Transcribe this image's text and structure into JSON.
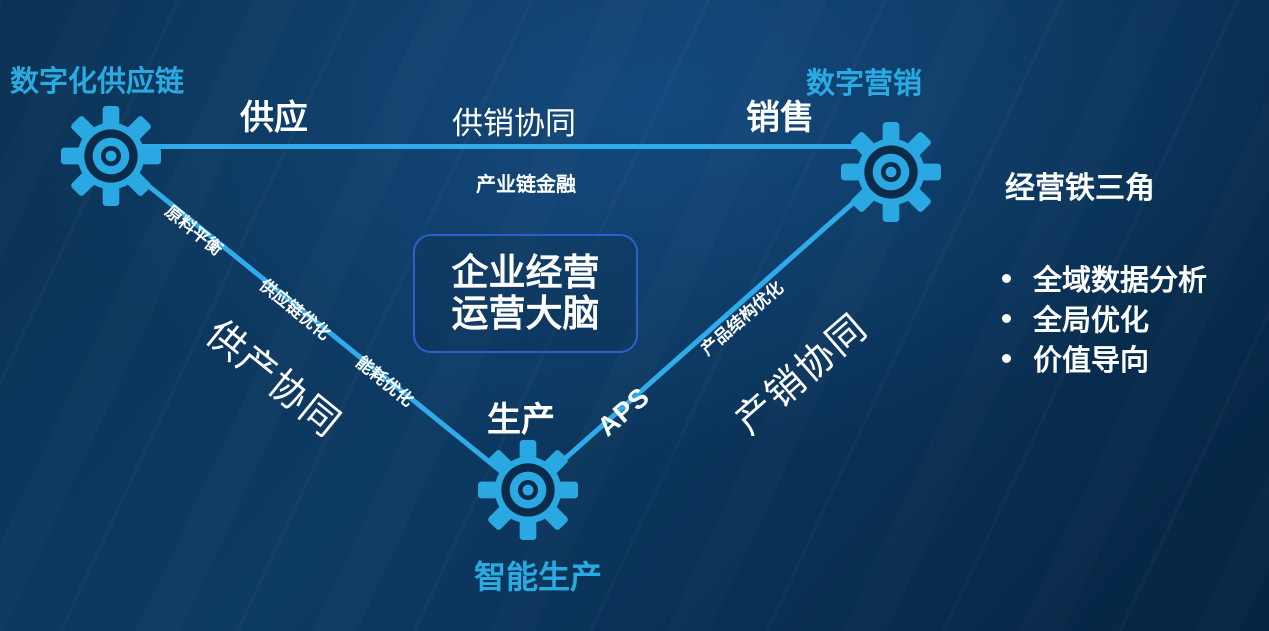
{
  "colors": {
    "background_navy": "#0B3254",
    "accent_cyan": "#29A8E2",
    "line_cyan": "#2FABEB",
    "center_box_border": "#2E5FD0",
    "text_white": "#FFFFFF"
  },
  "vertices": {
    "supply": {
      "name": "数字化供应链",
      "role": "供应"
    },
    "sales": {
      "name": "数字营销",
      "role": "销售"
    },
    "production": {
      "name": "智能生产",
      "role": "生产"
    }
  },
  "edges": {
    "top": {
      "label": "供销协同",
      "sublabel": "产业链金融"
    },
    "left": {
      "labels": [
        "原料平衡",
        "供应链优化",
        "能耗优化"
      ],
      "outer_label": "供产协同"
    },
    "right": {
      "label": "产品结构优化",
      "aps": "APS",
      "outer_label": "产销协同"
    }
  },
  "center_box": {
    "line1": "企业经营",
    "line2": "运营大脑"
  },
  "side_panel": {
    "title": "经营铁三角",
    "bullets": [
      "全域数据分析",
      "全局优化",
      "价值导向"
    ]
  }
}
